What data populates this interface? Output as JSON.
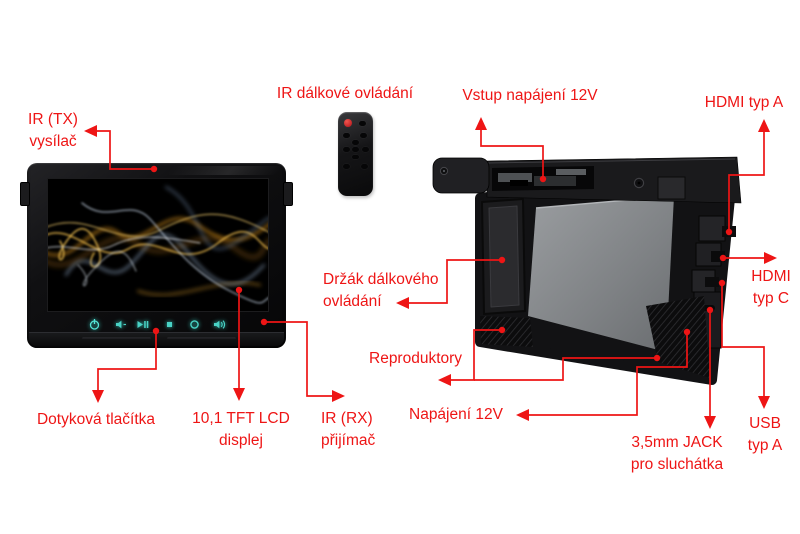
{
  "colors": {
    "annotation_red": "#ee1515",
    "background": "#ffffff",
    "device_black": "#121214",
    "rear_panel_gray": "#86898c",
    "touch_icon_cyan": "#55e4d6",
    "screen_wave_gold": "#e0a235",
    "screen_wave_blue": "#9db6d6",
    "remote_power_red": "#c81319"
  },
  "labels": {
    "ir_tx": {
      "lines": [
        "IR (TX)",
        "vysílač"
      ]
    },
    "ir_remote": {
      "lines": [
        "IR dálkové ovládání"
      ]
    },
    "power_input": {
      "lines": [
        "Vstup napájení 12V"
      ]
    },
    "hdmi_a": {
      "lines": [
        "HDMI typ A"
      ]
    },
    "hdmi_c": {
      "lines": [
        "HDMI",
        "typ C"
      ]
    },
    "usb_a": {
      "lines": [
        "USB",
        "typ A"
      ]
    },
    "jack": {
      "lines": [
        "3,5mm JACK",
        "pro sluchátka"
      ]
    },
    "holder": {
      "lines": [
        "Držák dálkového",
        "ovládání"
      ]
    },
    "speakers": {
      "lines": [
        "Reproduktory"
      ]
    },
    "power_12v": {
      "lines": [
        "Napájení 12V"
      ]
    },
    "touch_buttons": {
      "lines": [
        "Dotyková tlačítka"
      ]
    },
    "display": {
      "lines": [
        "10,1 TFT LCD",
        "displej"
      ]
    },
    "ir_rx": {
      "lines": [
        "IR (RX)",
        "přijímač"
      ]
    }
  },
  "icons": {
    "touch_bar": [
      "power-icon",
      "volume-down-icon",
      "play-pause-icon",
      "stop-icon",
      "menu-ring-icon",
      "volume-up-icon"
    ],
    "remote": [
      "power-button",
      "nine-rubber-buttons"
    ]
  }
}
